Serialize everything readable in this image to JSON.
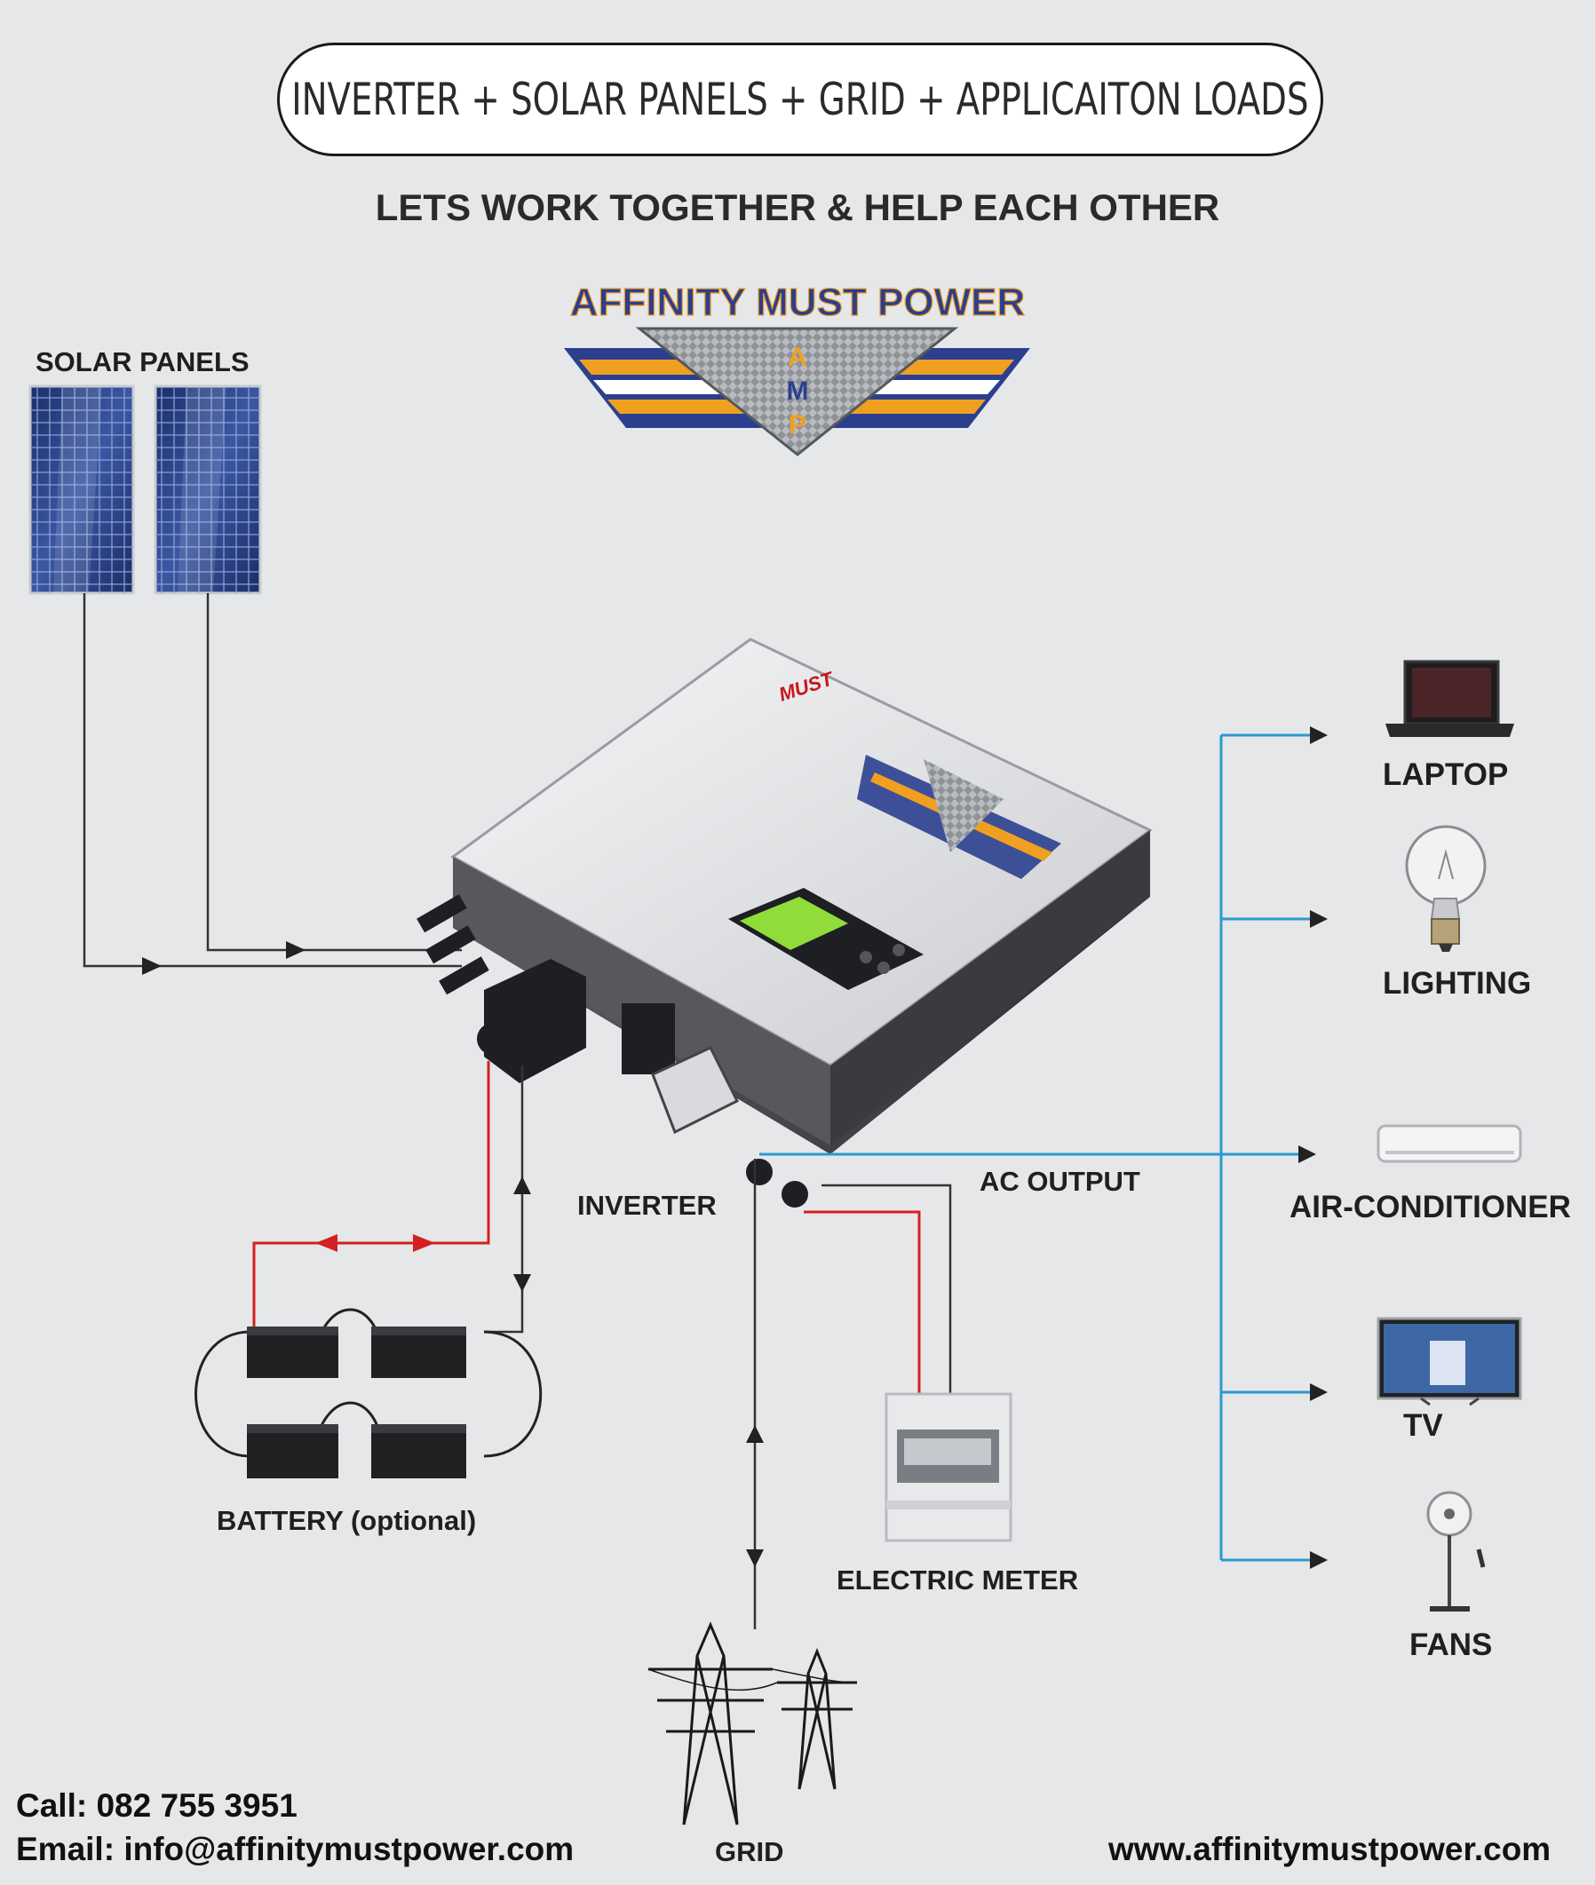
{
  "header": {
    "title": "INVERTER + SOLAR PANELS + GRID + APPLICAITON LOADS",
    "tagline": "LETS WORK TOGETHER & HELP EACH OTHER"
  },
  "logo": {
    "brand_text": "AFFINITY MUST POWER",
    "initials": [
      "A",
      "M",
      "P"
    ],
    "colors": {
      "blue": "#2b3f8f",
      "orange": "#f0a020",
      "silver": "#9a9da3"
    }
  },
  "components": {
    "solar": "SOLAR PANELS",
    "inverter": "INVERTER",
    "ac_output": "AC OUTPUT",
    "battery": "BATTERY (optional)",
    "meter": "ELECTRIC METER",
    "grid": "GRID"
  },
  "inverter_brand": "MUST",
  "loads": [
    {
      "label": "LAPTOP",
      "icon": "laptop-icon"
    },
    {
      "label": "LIGHTING",
      "icon": "bulb-icon"
    },
    {
      "label": "AIR-CONDITIONER",
      "icon": "air-conditioner-icon"
    },
    {
      "label": "TV",
      "icon": "tv-icon"
    },
    {
      "label": "FANS",
      "icon": "fan-icon"
    }
  ],
  "contact": {
    "call": "Call: 082 755 3951",
    "email": "Email: info@affinitymustpower.com",
    "website": "www.affinitymustpower.com"
  },
  "wire_colors": {
    "dc": "#333333",
    "battery_positive": "#d42020",
    "ac": "#2b9ad0"
  }
}
